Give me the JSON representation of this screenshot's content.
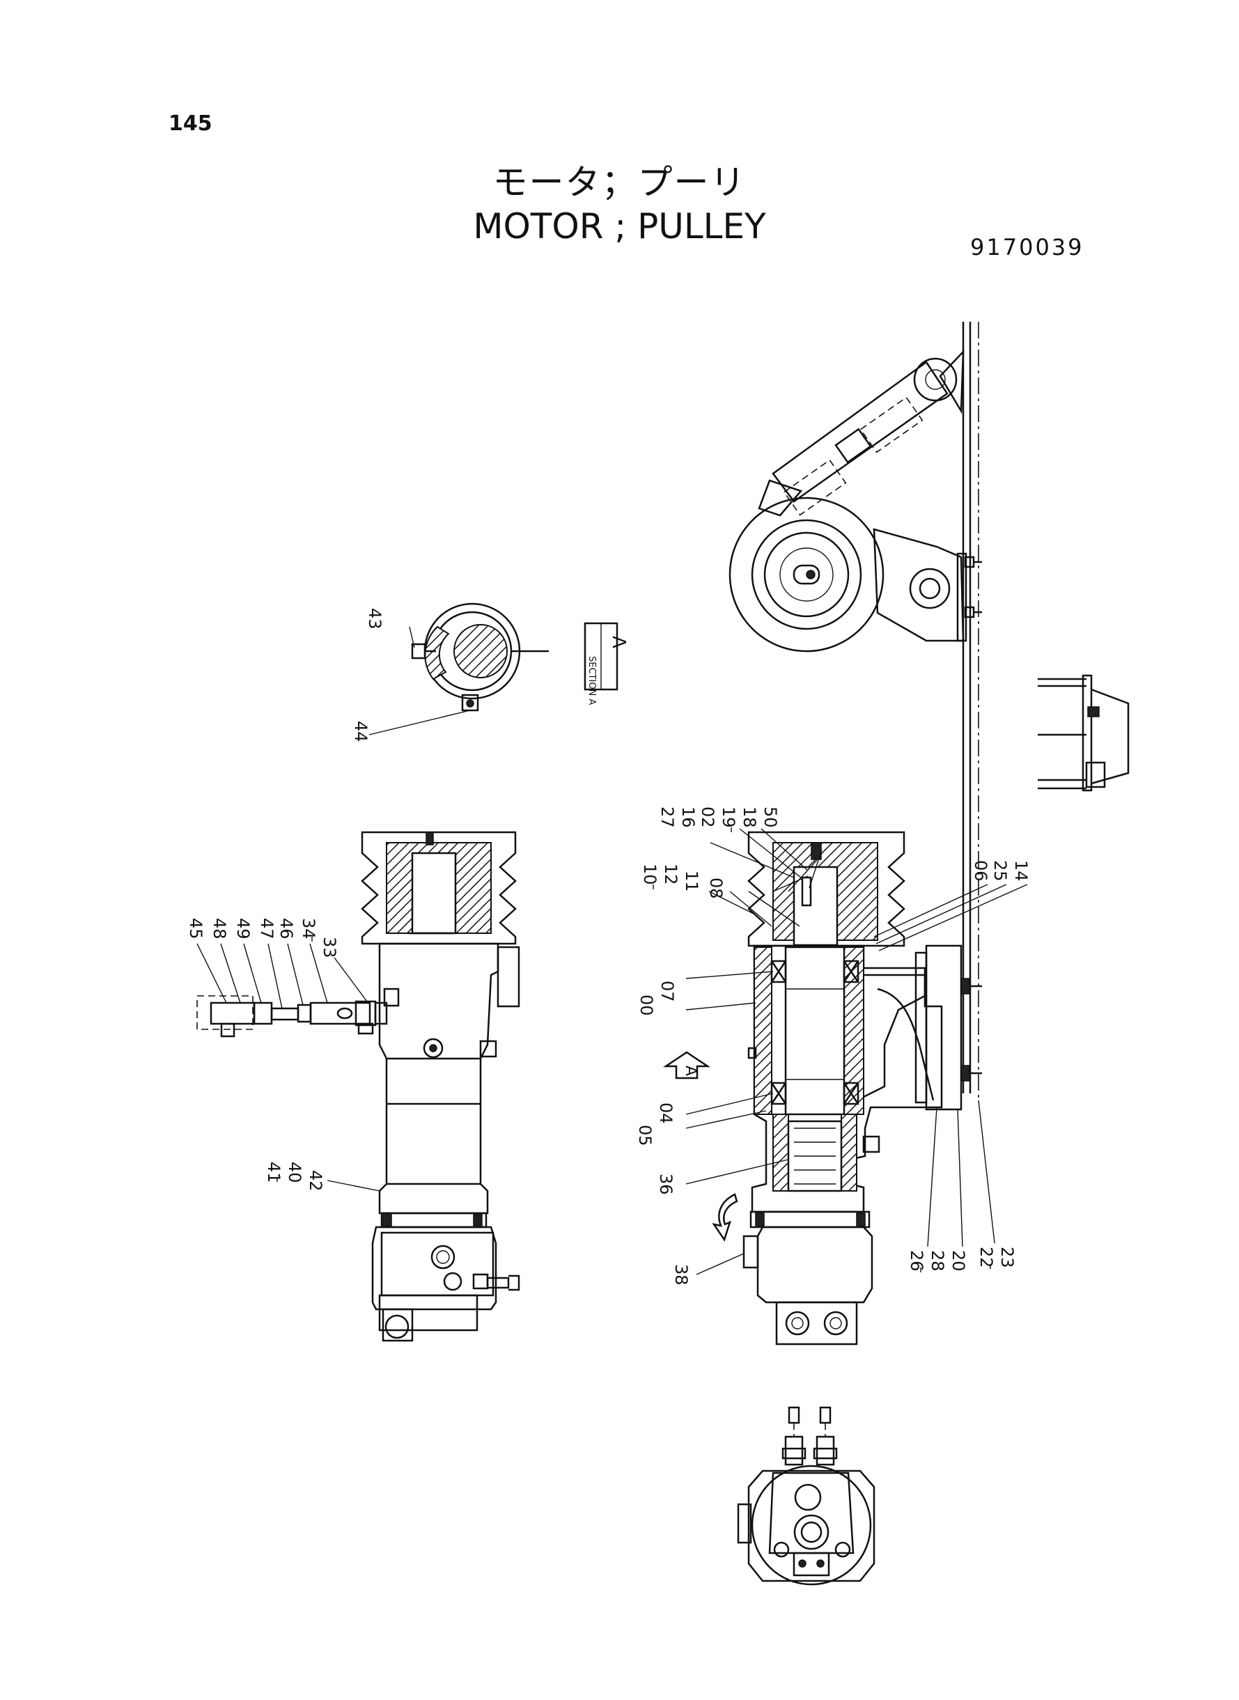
{
  "page": {
    "page_number": "145",
    "title_ja": "モータ；プーリ",
    "title_en": "MOTOR ; PULLEY",
    "drawing_number": "9170039"
  },
  "section_label": {
    "text": "SECTION A",
    "letter": "A"
  },
  "callouts": {
    "c43": "43",
    "c44": "44",
    "c45": "45",
    "c48": "48",
    "c49": "49",
    "c47": "47",
    "c46": "46",
    "c34": "34",
    "c33": "33",
    "c41": "41",
    "c40": "40",
    "c42": "42",
    "c27": "27",
    "c16": "16",
    "c02": "02",
    "c19": "19",
    "c18": "18",
    "c50": "50",
    "c10": "10",
    "c12": "12",
    "c11": "11",
    "c08": "08",
    "c06": "06",
    "c25": "25",
    "c14": "14",
    "c00": "00",
    "c07": "07",
    "c04": "04",
    "c05": "05",
    "c36": "36",
    "c38": "38",
    "c26": "26",
    "c28": "28",
    "c20": "20",
    "c22": "22",
    "c23": "23"
  },
  "icons": [
    "view-arrow-a-icon",
    "rotation-arrow-icon",
    "bolt-icon"
  ]
}
